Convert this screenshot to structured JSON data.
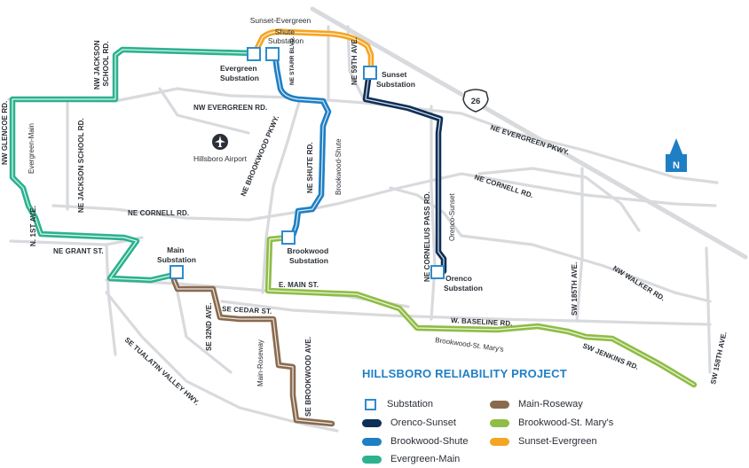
{
  "title": "HILLSBORO RELIABILITY PROJECT",
  "colors": {
    "orenco_sunset": "#0e2f56",
    "brookwood_shute": "#1f7fc4",
    "evergreen_main": "#2cb28f",
    "main_roseway": "#8a6a4f",
    "brookwood_st_marys": "#8fbd45",
    "sunset_evergreen": "#f5a524",
    "substation_border": "#2d8ccd",
    "title": "#1f7fc4",
    "north_arrow": "#1f7fc4"
  },
  "legend": [
    {
      "label": "Substation",
      "swatch": "substation"
    },
    {
      "label": "Orenco-Sunset",
      "color": "#0e2f56"
    },
    {
      "label": "Brookwood-Shute",
      "color": "#1f7fc4"
    },
    {
      "label": "Evergreen-Main",
      "color": "#2cb28f"
    },
    {
      "label": "Main-Roseway",
      "color": "#8a6a4f"
    },
    {
      "label": "Brookwood-St. Mary's",
      "color": "#8fbd45"
    },
    {
      "label": "Sunset-Evergreen",
      "color": "#f5a524"
    }
  ],
  "substations": {
    "evergreen": [
      "Evergreen",
      "Substation"
    ],
    "shute": [
      "Shute",
      "Substation"
    ],
    "sunset": [
      "Sunset",
      "Substation"
    ],
    "brookwood": [
      "Brookwood",
      "Substation"
    ],
    "orenco": [
      "Orenco",
      "Substation"
    ],
    "main": [
      "Main",
      "Substation"
    ]
  },
  "route_labels": {
    "sunset_evergreen": "Sunset-Evergreen",
    "evergreen_main": "Evergreen-Main",
    "brookwood_shute": "Brookwood-Shute",
    "orenco_sunset": "Orenco-Sunset",
    "main_roseway": "Main-Roseway",
    "brookwood_st_marys": "Brookwood-St. Mary's"
  },
  "streets": {
    "nw_jackson_school_rd_upper": [
      "NW JACKSON",
      "SCHOOL RD."
    ],
    "nw_evergreen_rd": "NW EVERGREEN RD.",
    "ne_starr_blvd": "NE STARR BLVD.",
    "ne_59th_ave": "NE 59TH AVE.",
    "highway_26": "26",
    "nw_glencoe_rd": "NW GLENCOE RD.",
    "ne_jackson_school_rd": "NE JACKSON SCHOOL RD.",
    "ne_brookwood_pkwy": "NE BROOKWOOD PKWY.",
    "ne_shute_rd": "NE SHUTE RD.",
    "ne_evergreen_pkwy": "NE EVERGREEN PKWY.",
    "ne_cornell_rd_east": "NE CORNELL RD.",
    "ne_cornell_rd_west": "NE CORNELL RD.",
    "ne_cornelius_pass_rd": "NE CORNELIUS PASS RD.",
    "n_1st_ave": "N. 1ST AVE.",
    "ne_grant_st": "NE GRANT ST.",
    "e_main_st": "E. MAIN ST.",
    "se_cedar_st": "SE CEDAR ST.",
    "se_32nd_ave": "SE 32ND AVE.",
    "w_baseline_rd": "W. BASELINE RD.",
    "sw_185th_ave": "SW 185TH AVE.",
    "nw_walker_rd": "NW WALKER RD.",
    "sw_jenkins_rd": "SW JENKINS RD.",
    "sw_158th_ave": "SW 158TH AVE.",
    "se_tualatin_valley_hwy": "SE TUALATIN VALLEY HWY.",
    "se_brookwood_ave": "SE BROOKWOOD AVE."
  },
  "places": {
    "hillsboro_airport": "Hillsboro Airport",
    "north_arrow": "N"
  }
}
